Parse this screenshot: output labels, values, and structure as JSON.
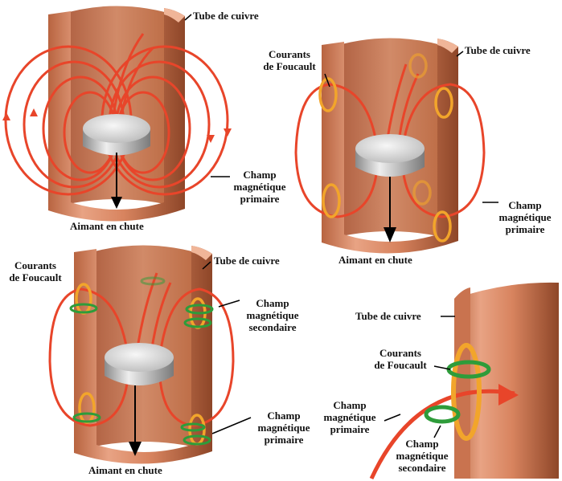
{
  "colors": {
    "copper_light": "#e9a07f",
    "copper_mid": "#c9734f",
    "copper_dark": "#8a4426",
    "copper_inner": "#b9673f",
    "field_primary": "#e8452a",
    "eddy_current": "#f2a52b",
    "field_secondary": "#2e9c3a",
    "magnet_top": "#e6e6e6",
    "magnet_side": "#9a9a9a",
    "arrow": "#000000"
  },
  "panels": [
    {
      "name": "top-left",
      "tube_label": "Tube de cuivre",
      "field_label": [
        "Champ",
        "magnétique",
        "primaire"
      ],
      "magnet_label": "Aimant en chute"
    },
    {
      "name": "top-right",
      "tube_label": "Tube de cuivre",
      "eddy_label": [
        "Courants",
        "de Foucault"
      ],
      "field_label": [
        "Champ",
        "magnétique",
        "primaire"
      ],
      "magnet_label": "Aimant en chute"
    },
    {
      "name": "bottom-left",
      "tube_label": "Tube de cuivre",
      "eddy_label": [
        "Courants",
        "de Foucault"
      ],
      "secondary_label": [
        "Champ",
        "magnétique",
        "secondaire"
      ],
      "field_label": [
        "Champ",
        "magnétique",
        "primaire"
      ],
      "magnet_label": "Aimant en chute"
    },
    {
      "name": "bottom-right",
      "tube_label": "Tube de cuivre",
      "eddy_label": [
        "Courants",
        "de Foucault"
      ],
      "field_label": [
        "Champ",
        "magnétique",
        "primaire"
      ],
      "secondary_label": [
        "Champ",
        "magnétique",
        "secondaire"
      ]
    }
  ]
}
